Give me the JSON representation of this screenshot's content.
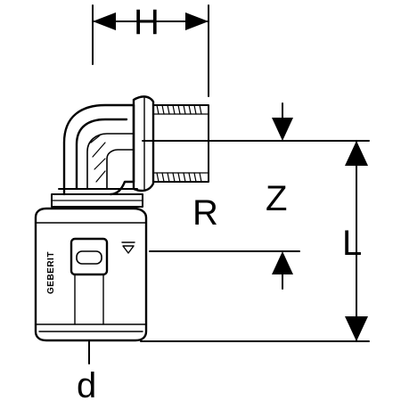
{
  "labels": {
    "H": "H",
    "Z": "Z",
    "R": "R",
    "L": "L",
    "d": "d"
  },
  "brand": {
    "text": "GEBERIT"
  },
  "colors": {
    "line": "#000000",
    "background": "#ffffff"
  }
}
